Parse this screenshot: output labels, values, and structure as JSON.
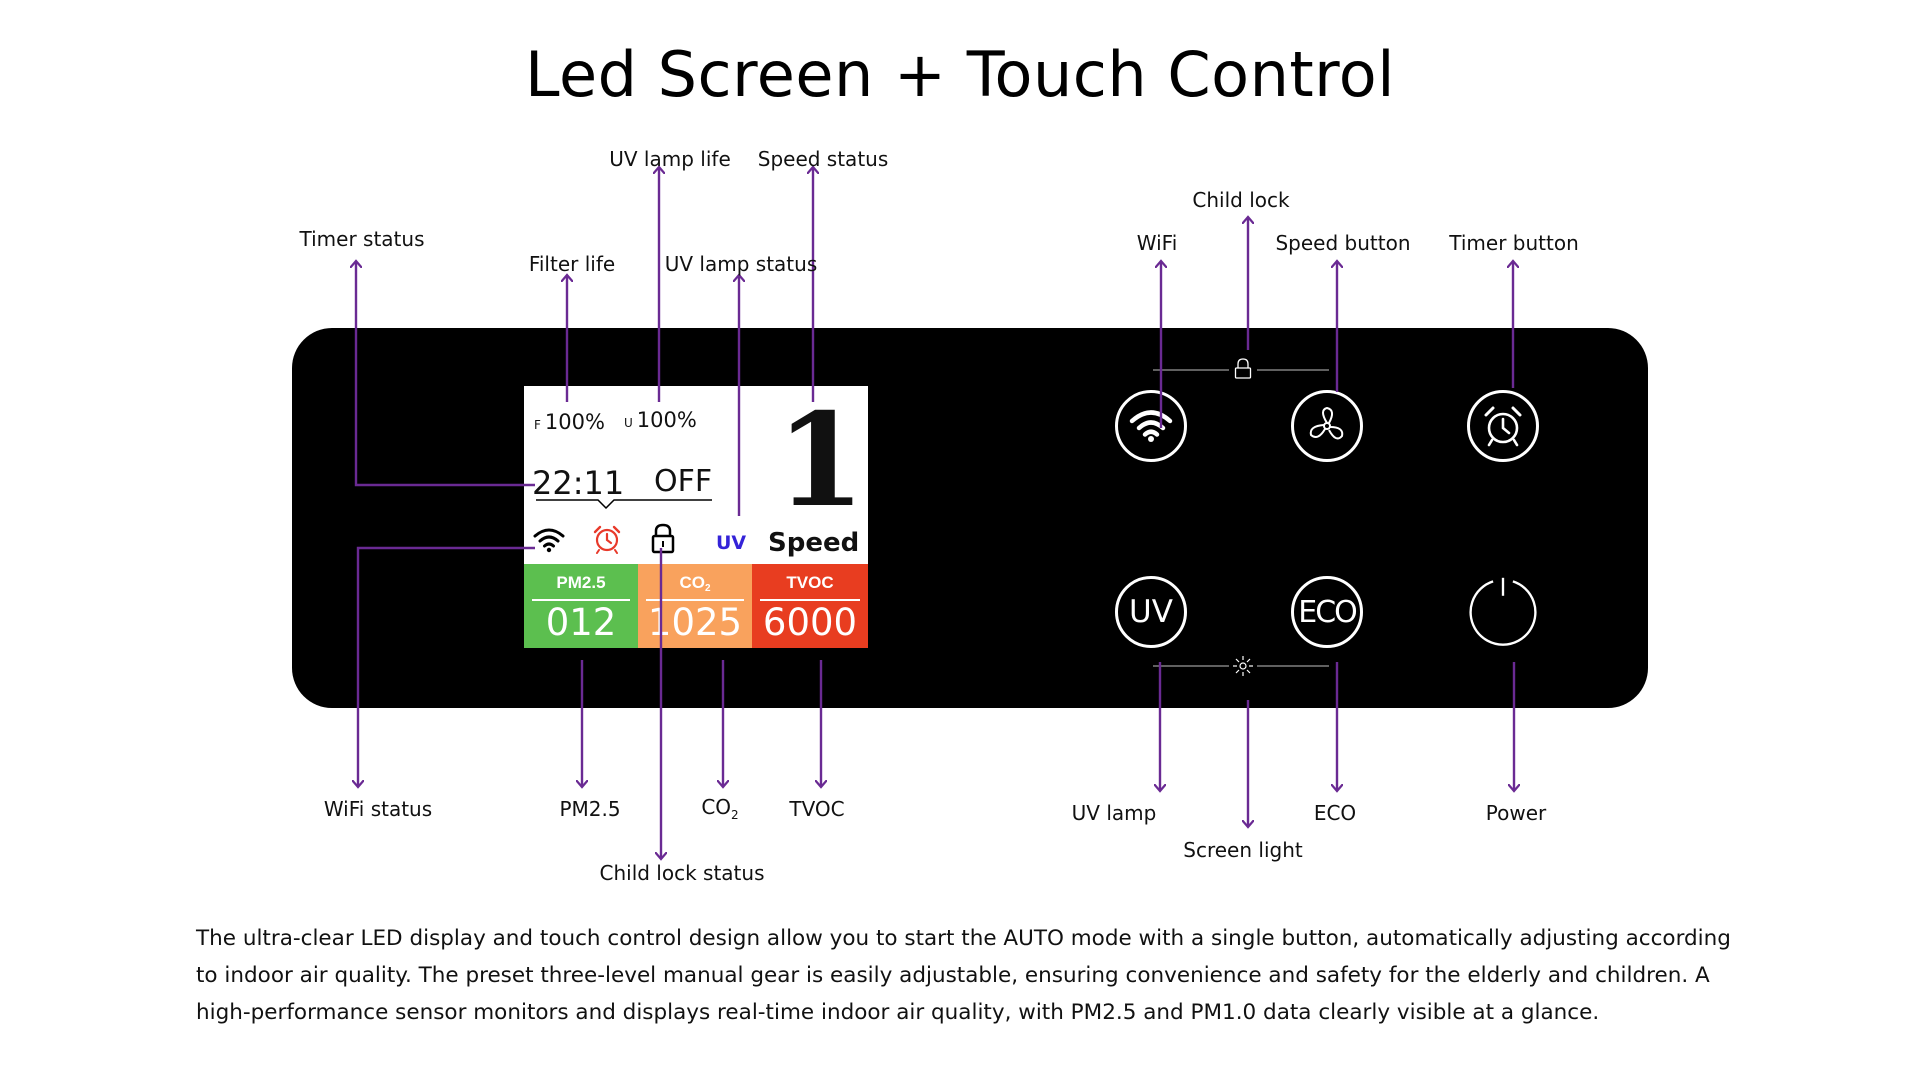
{
  "title": "Led Screen + Touch Control",
  "display": {
    "filter_prefix": "F",
    "filter_life": "100%",
    "uv_prefix": "U",
    "uv_life": "100%",
    "clock": "22:11",
    "timer_state": "OFF",
    "speed_value": "1",
    "speed_label": "Speed",
    "uv_indicator": "UV",
    "air_quality": [
      {
        "name": "PM2.5",
        "value": "012",
        "color": "#5cbf4f"
      },
      {
        "name_main": "CO",
        "name_sub": "2",
        "value": "1025",
        "color": "#f9a25d"
      },
      {
        "name": "TVOC",
        "value": "6000",
        "color": "#e83d20"
      }
    ]
  },
  "buttons": {
    "uv_label": "UV",
    "eco_label": "ECO"
  },
  "callouts": {
    "timer_status": "Timer status",
    "filter_life": "Filter life",
    "uv_lamp_life": "UV lamp life",
    "uv_lamp_status": "UV lamp status",
    "speed_status": "Speed status",
    "child_lock": "Child lock",
    "wifi": "WiFi",
    "speed_button": "Speed button",
    "timer_button": "Timer button",
    "wifi_status": "WiFi status",
    "pm25": "PM2.5",
    "co2_main": "CO",
    "co2_sub": "2",
    "tvoc": "TVOC",
    "child_lock_status": "Child lock status",
    "uv_lamp": "UV lamp",
    "screen_light": "Screen light",
    "eco": "ECO",
    "power": "Power"
  },
  "description": "The ultra-clear LED display and touch control design allow you to start the AUTO mode with a single button, automatically adjusting according to indoor air quality. The preset three-level manual gear is easily adjustable, ensuring convenience and safety for the elderly and children. A high-performance sensor monitors and displays real-time indoor air quality, with PM2.5 and PM1.0 data clearly visible at a glance.",
  "colors": {
    "arrow": "#6a2a93",
    "panel": "#000000",
    "alarm": "#e8392a",
    "uv_text": "#3423d8"
  }
}
